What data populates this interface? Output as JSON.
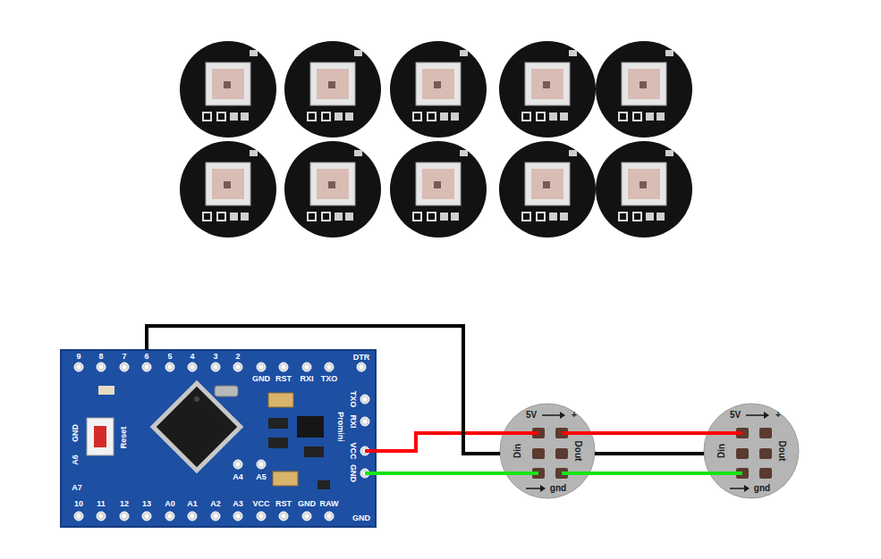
{
  "diagram": {
    "nodes": [
      {
        "text": [
          "Promini"
        ]
      },
      {
        "text": [
          "5V",
          "+",
          "Din",
          "Dout",
          "gnd"
        ]
      },
      {
        "text": [
          "5V",
          "+",
          "Din",
          "Dout",
          "gnd"
        ]
      }
    ],
    "edges": [
      {
        "from": 0,
        "to": 1,
        "arrow": "none"
      },
      {
        "from": 0,
        "to": 1,
        "arrow": "none"
      },
      {
        "from": 0,
        "to": 1,
        "arrow": "none"
      },
      {
        "from": 1,
        "to": 2,
        "arrow": "none"
      },
      {
        "from": 1,
        "to": 2,
        "arrow": "none"
      },
      {
        "from": 1,
        "to": 2,
        "arrow": "none"
      }
    ],
    "labels": [
      "9",
      "8",
      "7",
      "6",
      "5",
      "4",
      "3",
      "2",
      "GND",
      "RST",
      "RXI",
      "TXO",
      "DTR",
      "TXO",
      "RXI",
      "VCC",
      "GND",
      "GND",
      "A6",
      "Reset",
      "A7",
      "A4",
      "A5",
      "10",
      "11",
      "12",
      "13",
      "A0",
      "A1",
      "A2",
      "A3",
      "VCC",
      "RST",
      "GND",
      "RAW",
      "GND"
    ]
  }
}
